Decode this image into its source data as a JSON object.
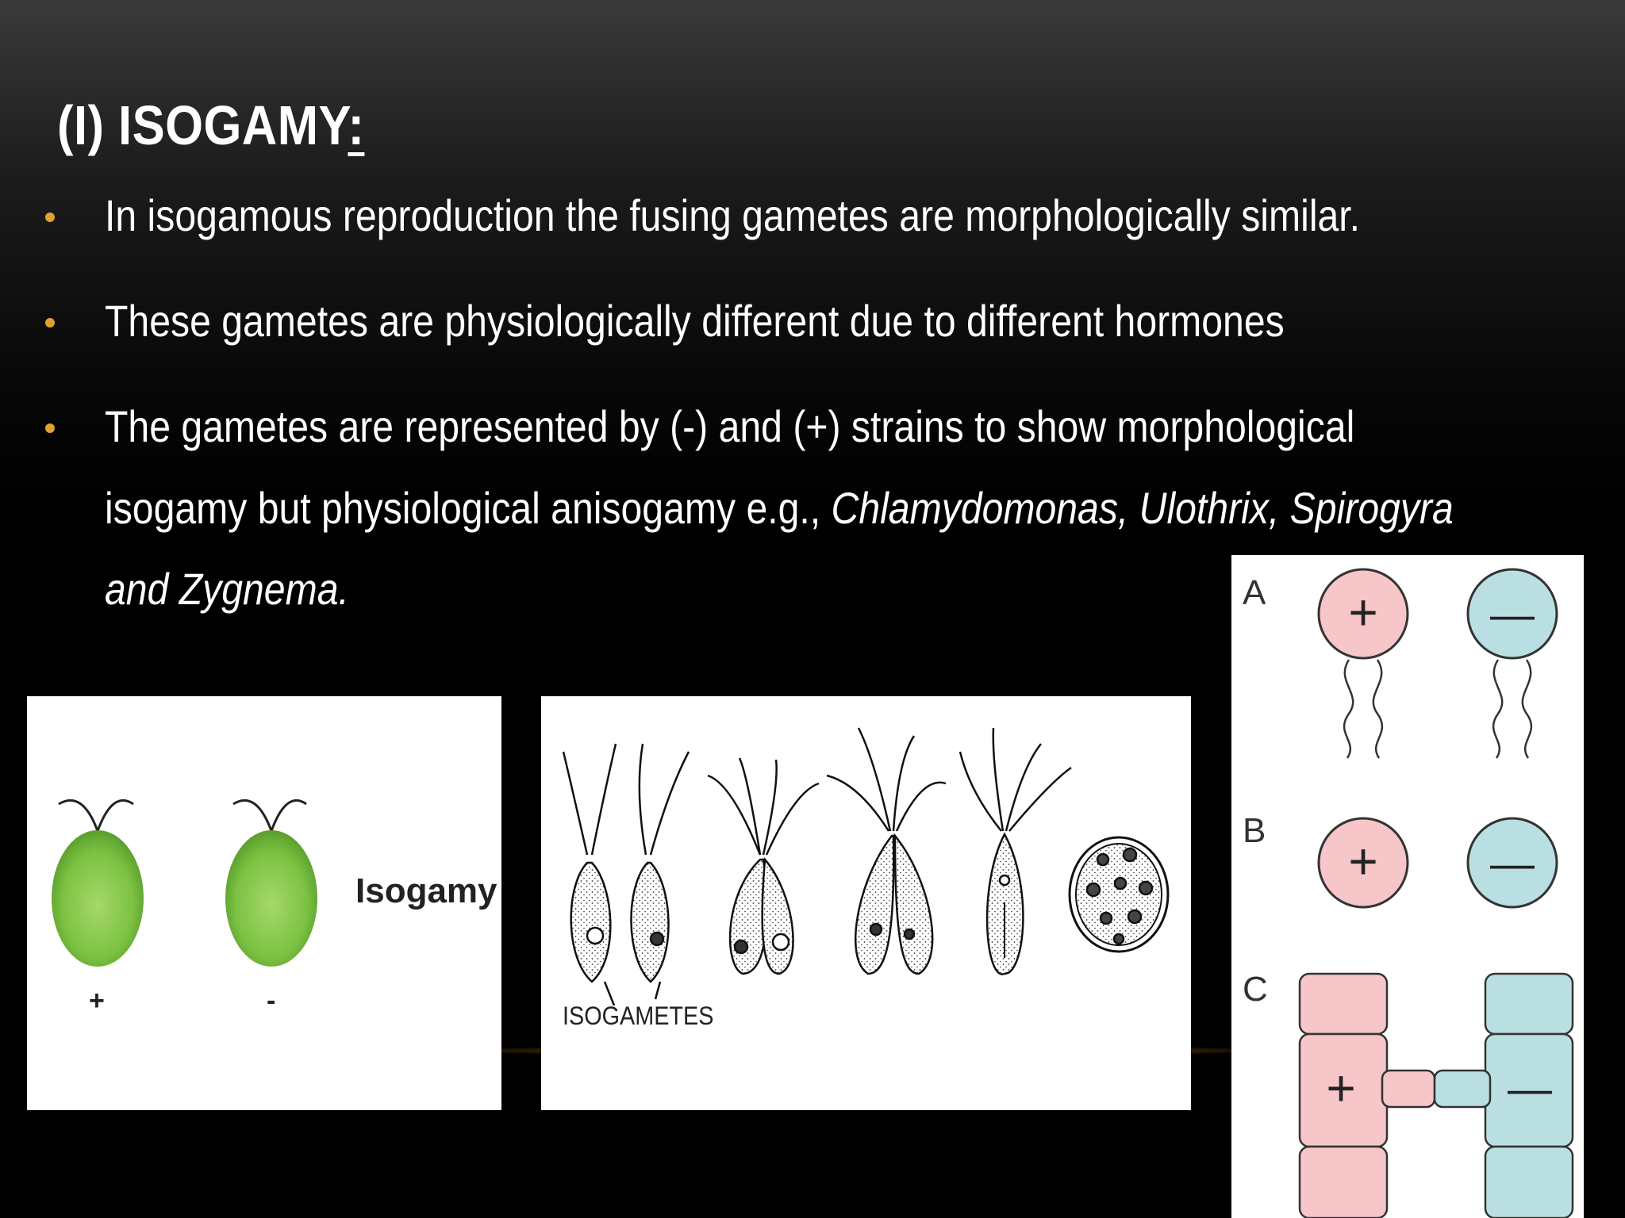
{
  "slide": {
    "title_main": "(I) ISOGAMY",
    "title_colon": ":",
    "bullet_1": "In isogamous reproduction the fusing gametes are morphologically similar.",
    "bullet_2": "These gametes are physiologically different due to different hormones",
    "bullet_3_line1": "The gametes are represented by (-) and (+) strains to show morphological",
    "bullet_3_line2_plain": "isogamy but physiological anisogamy e.g., ",
    "bullet_3_line2_italic": "Chlamydomonas, Ulothrix, Spirogyra",
    "bullet_3_line3_italic": "and Zygnema.",
    "accent_color": "#e0a130"
  },
  "figure_left": {
    "label": "Isogamy",
    "plus_sign": "+",
    "minus_sign": "-",
    "cell_color": "#7cc242"
  },
  "figure_middle": {
    "label": "ISOGAMETES"
  },
  "figure_right": {
    "label_a": "A",
    "label_b": "B",
    "label_c": "C",
    "plus": "+",
    "minus": "—",
    "plus_color": "#f6c6c8",
    "minus_color": "#b9dfe2"
  }
}
